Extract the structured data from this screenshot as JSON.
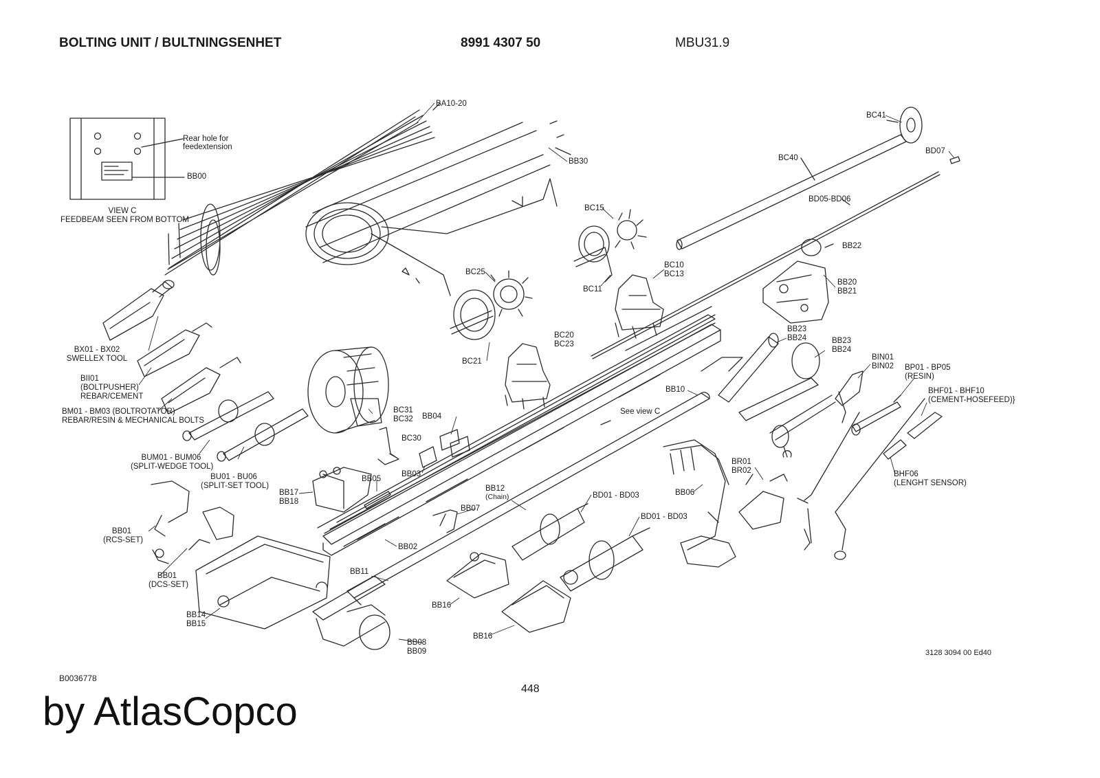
{
  "header": {
    "title": "BOLTING UNIT / BULTNINGSENHET",
    "part_number": "8991 4307 50",
    "model": "MBU31.9"
  },
  "view_c": {
    "note_line1": "Rear hole for",
    "note_line2": "feedextension",
    "title_line1": "VIEW C",
    "title_line2": "FEEDBEAM SEEN FROM BOTTOM"
  },
  "labels": {
    "ba10_20": "BA10-20",
    "bb00": "BB00",
    "bb30": "BB30",
    "bc41": "BC41",
    "bd07": "BD07",
    "bc40": "BC40",
    "bd05_bd06": "BD05-BD06",
    "bc15": "BC15",
    "bb22": "BB22",
    "bc25": "BC25",
    "bc10": "BC10",
    "bc13": "BC13",
    "bc11": "BC11",
    "bb20": "BB20",
    "bb21": "BB21",
    "bx01": "BX01 - BX02",
    "swellex": "SWELLEX TOOL",
    "bc21": "BC21",
    "bc20": "BC20",
    "bc23": "BC23",
    "bb23_a": "BB23",
    "bb24_a": "BB24",
    "bb23_b": "BB23",
    "bb24_b": "BB24",
    "bii01": "BII01",
    "boltpusher": "(BOLTPUSHER)",
    "rebar_cement": "REBAR/CEMENT",
    "bin01": "BIN01",
    "bin02": "BIN02",
    "bp01": "BP01 - BP05",
    "resin": "(RESIN)",
    "bhf01": "BHF01 - BHF10",
    "cement_hosefeed": "(CEMENT-HOSEFEED)}",
    "bm01": "BM01 - BM03 (BOLTROTATOR)",
    "rebar_resin": "REBAR/RESIN & MECHANICAL BOLTS",
    "bb10": "BB10",
    "bc31": "BC31",
    "bc32": "BC32",
    "see_view_c": "See view C",
    "bb04": "BB04",
    "bc30": "BC30",
    "bum01": "BUM01 - BUM06",
    "split_wedge": "(SPLIT-WEDGE TOOL)",
    "bu01": "BU01  - BU06",
    "split_set": "(SPLIT-SET TOOL)",
    "bb03": "BB03",
    "br01": "BR01",
    "br02": "BR02",
    "bhf06": "BHF06",
    "length_sensor": "(LENGHT SENSOR)",
    "bb05": "BB05",
    "bb17": "BB17",
    "bb18": "BB18",
    "bb06": "BB06",
    "bb12": "BB12",
    "chain": "(Chain)",
    "bd01_a": "BD01 - BD03",
    "bb07": "BB07",
    "bd01_b": "BD01 - BD03",
    "bb01_rcs": "BB01",
    "rcs_set": "(RCS-SET)",
    "bb02": "BB02",
    "bb01_dcs": "BB01",
    "dcs_set": "(DCS-SET)",
    "bb11": "BB11",
    "bb16_a": "BB16",
    "bb14": "BB14",
    "bb15": "BB15",
    "bb16_b": "BB16",
    "bb08": "BB08",
    "bb09": "BB09"
  },
  "footer": {
    "doc_ref": "3128 3094 00 Ed40",
    "drawing_id": "B0036778",
    "page_number": "448",
    "brand": "by AtlasCopco"
  }
}
